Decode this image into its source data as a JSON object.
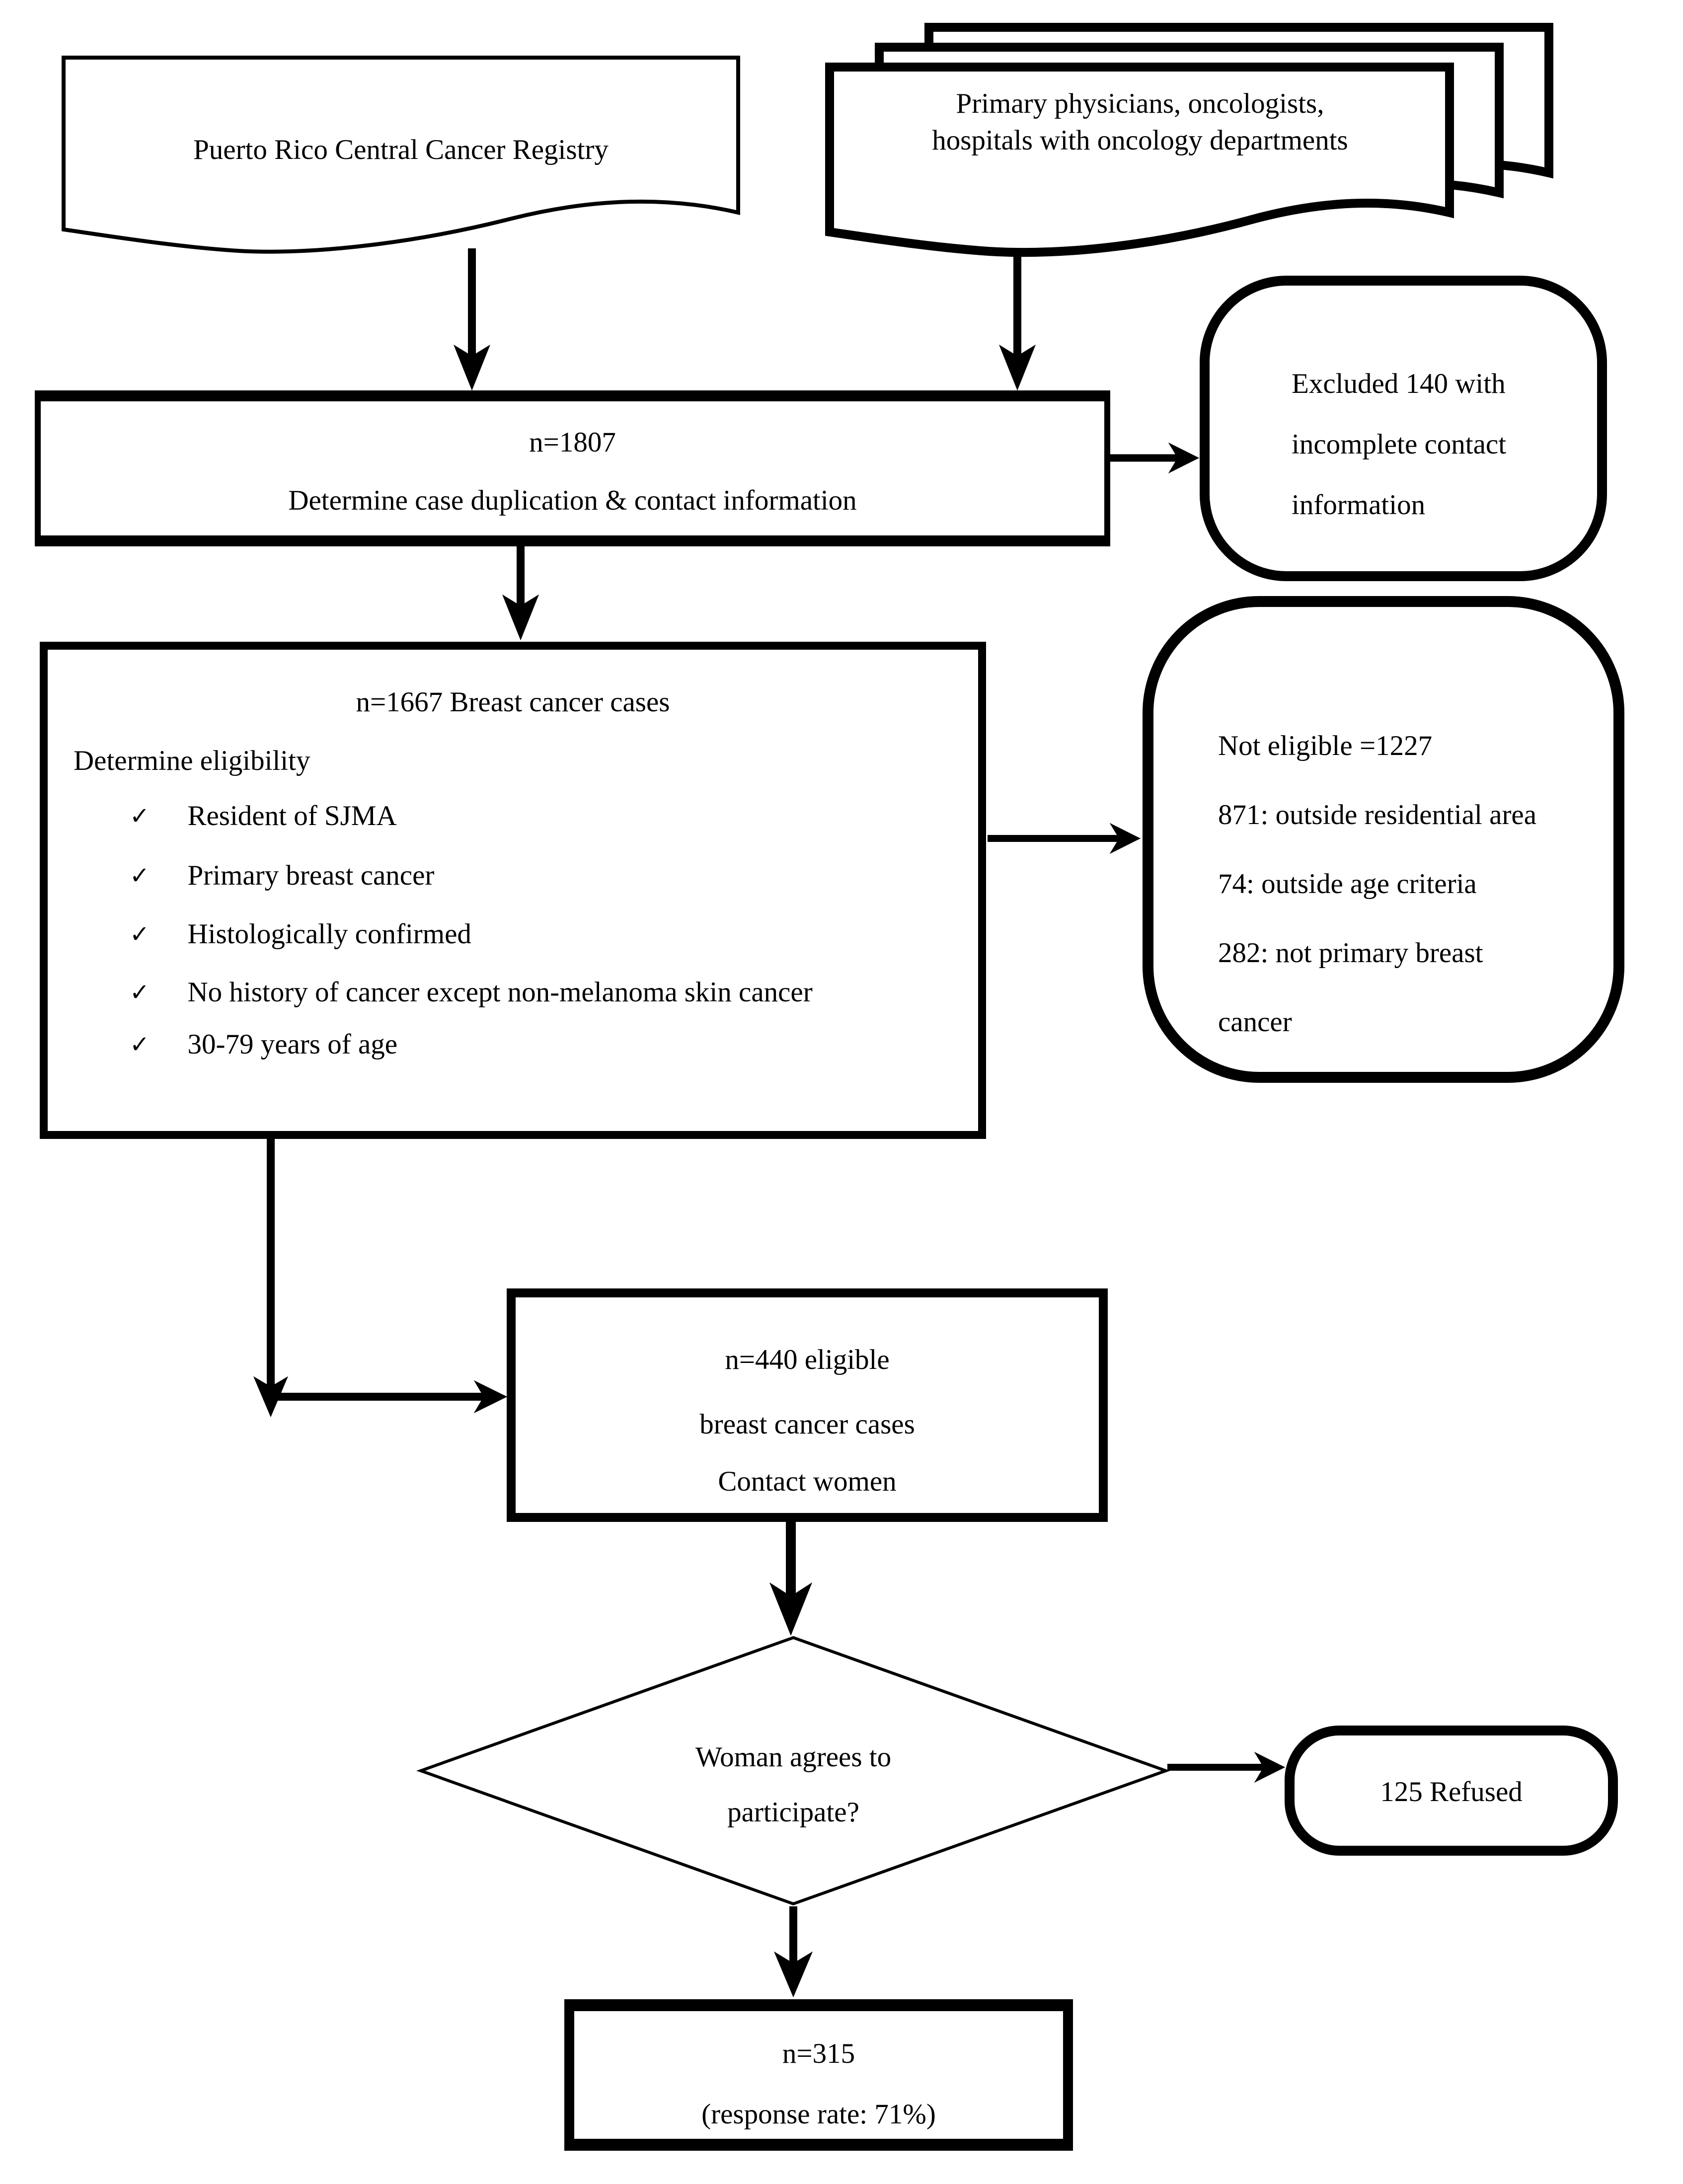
{
  "nodes": {
    "registry": {
      "label": "Puerto Rico Central Cancer Registry"
    },
    "physicians": {
      "line1": "Primary physicians, oncologists,",
      "line2": "hospitals with oncology departments"
    },
    "intake": {
      "n_label": "n=1807",
      "action": "Determine case duplication & contact information"
    },
    "excluded": {
      "text": "Excluded 140 with incomplete contact information"
    },
    "eligibility": {
      "title": "n=1667 Breast cancer cases",
      "subtitle": "Determine eligibility",
      "check_glyph": "✓",
      "criteria": [
        "Resident of SJMA",
        "Primary breast cancer",
        "Histologically confirmed",
        "No history of cancer except non-melanoma skin cancer",
        "30-79 years of age"
      ]
    },
    "not_eligible": {
      "lines": [
        "Not eligible =1227",
        "871: outside residential area",
        "74: outside age criteria",
        "282: not primary breast cancer"
      ]
    },
    "eligible": {
      "line1": "n=440 eligible",
      "line2": "breast cancer cases",
      "line3": "Contact women"
    },
    "decision": {
      "line1": "Woman agrees to",
      "line2": "participate?"
    },
    "refused": {
      "label": "125 Refused"
    },
    "final": {
      "n_label": "n=315",
      "rate_label": "(response rate: 71%)"
    }
  }
}
